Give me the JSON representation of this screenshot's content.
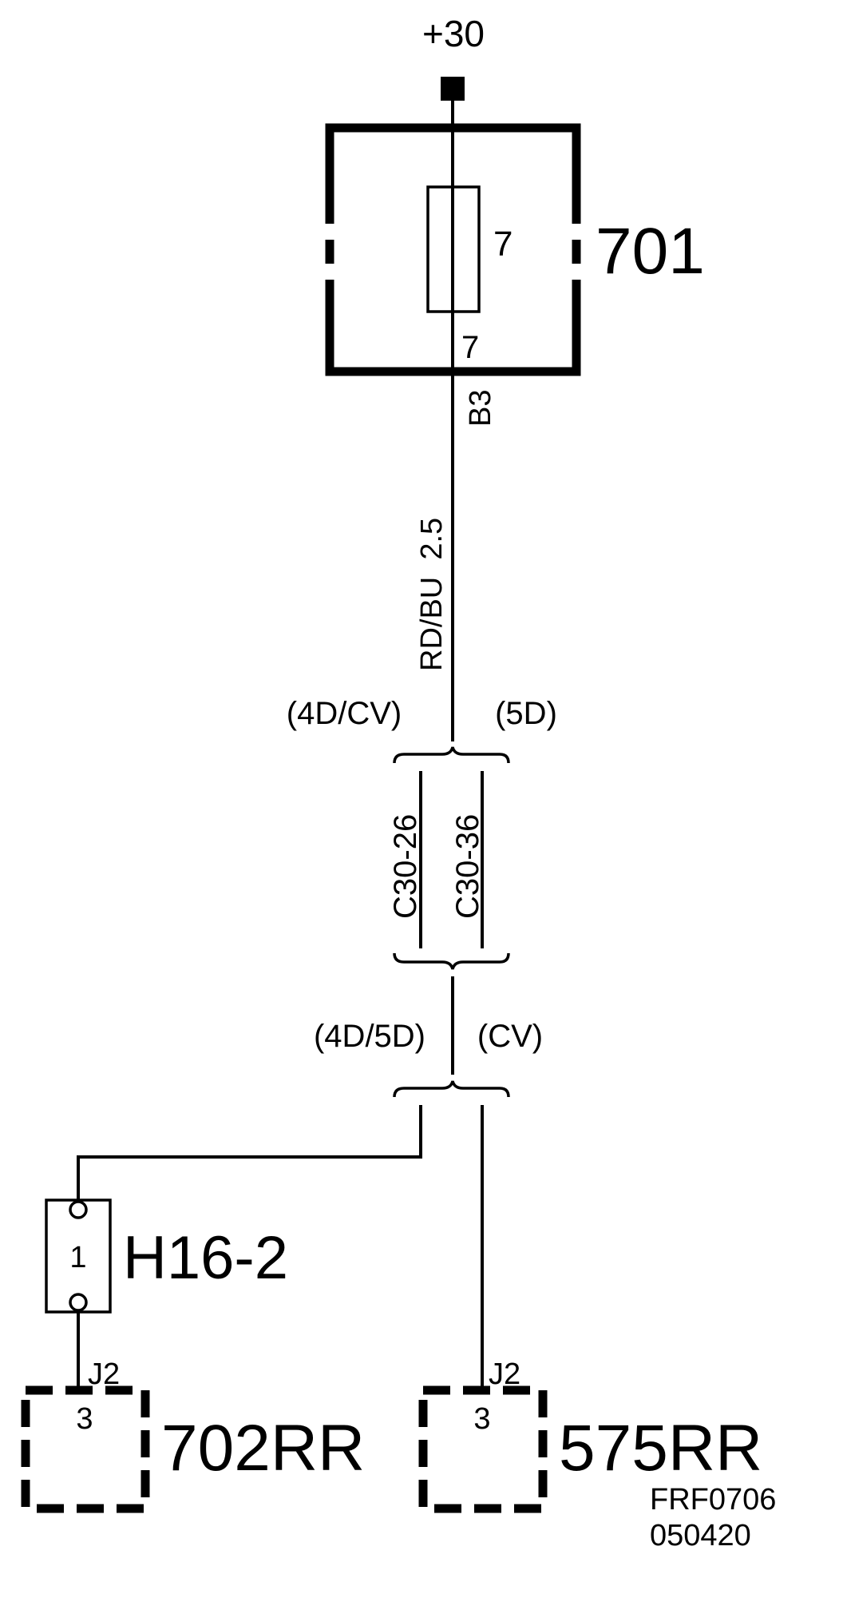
{
  "supply": {
    "label": "+30"
  },
  "fuse_box": {
    "id": "701",
    "fuse_number": "7",
    "pin": "7",
    "connector": "B3"
  },
  "wire_main": {
    "color_size": "RD/BU  2.5"
  },
  "splice_top": {
    "left_variant": "(4D/CV)",
    "right_variant": "(5D)"
  },
  "splices": {
    "left": "C30-26",
    "right": "C30-36"
  },
  "splice_bottom": {
    "left_variant": "(4D/5D)",
    "right_variant": "(CV)"
  },
  "component": {
    "id": "H16-2",
    "pin": "1"
  },
  "left_module": {
    "id": "702RR",
    "connector": "J2",
    "pin": "3"
  },
  "right_module": {
    "id": "575RR",
    "connector": "J2",
    "pin": "3"
  },
  "footer": {
    "line1": "FRF0706",
    "line2": "050420"
  },
  "colors": {
    "ink": "#000000",
    "background": "#ffffff"
  }
}
